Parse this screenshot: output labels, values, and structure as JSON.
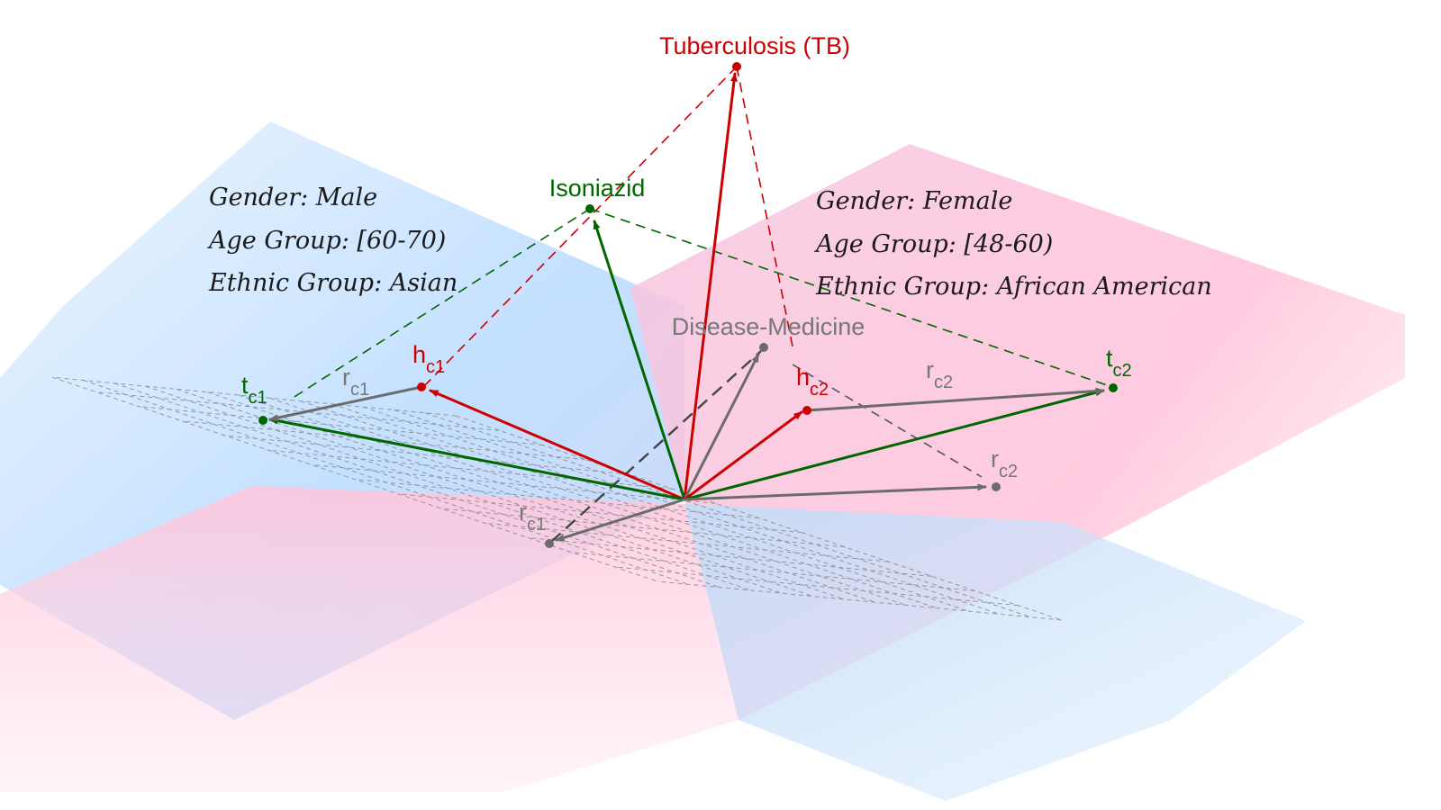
{
  "colors": {
    "red": "#cc0000",
    "green": "#006600",
    "gray": "#6b6b6b",
    "blue_plane": "#b9dbff",
    "pink_plane": "#ffc2da",
    "grid": "#8a8a8a"
  },
  "entities": {
    "disease": "Tuberculosis (TB)",
    "medicine": "Isoniazid",
    "relation": "Disease-Medicine"
  },
  "vectors": {
    "h": "h",
    "t": "t",
    "r": "r",
    "c1": "c1",
    "c2": "c2"
  },
  "context_male": {
    "gender": "Gender: Male",
    "age": "Age Group: [60-70)",
    "ethnic": "Ethnic Group: Asian"
  },
  "context_female": {
    "gender": "Gender: Female",
    "age": "Age Group: [48-60)",
    "ethnic": "Ethnic Group: African American"
  }
}
